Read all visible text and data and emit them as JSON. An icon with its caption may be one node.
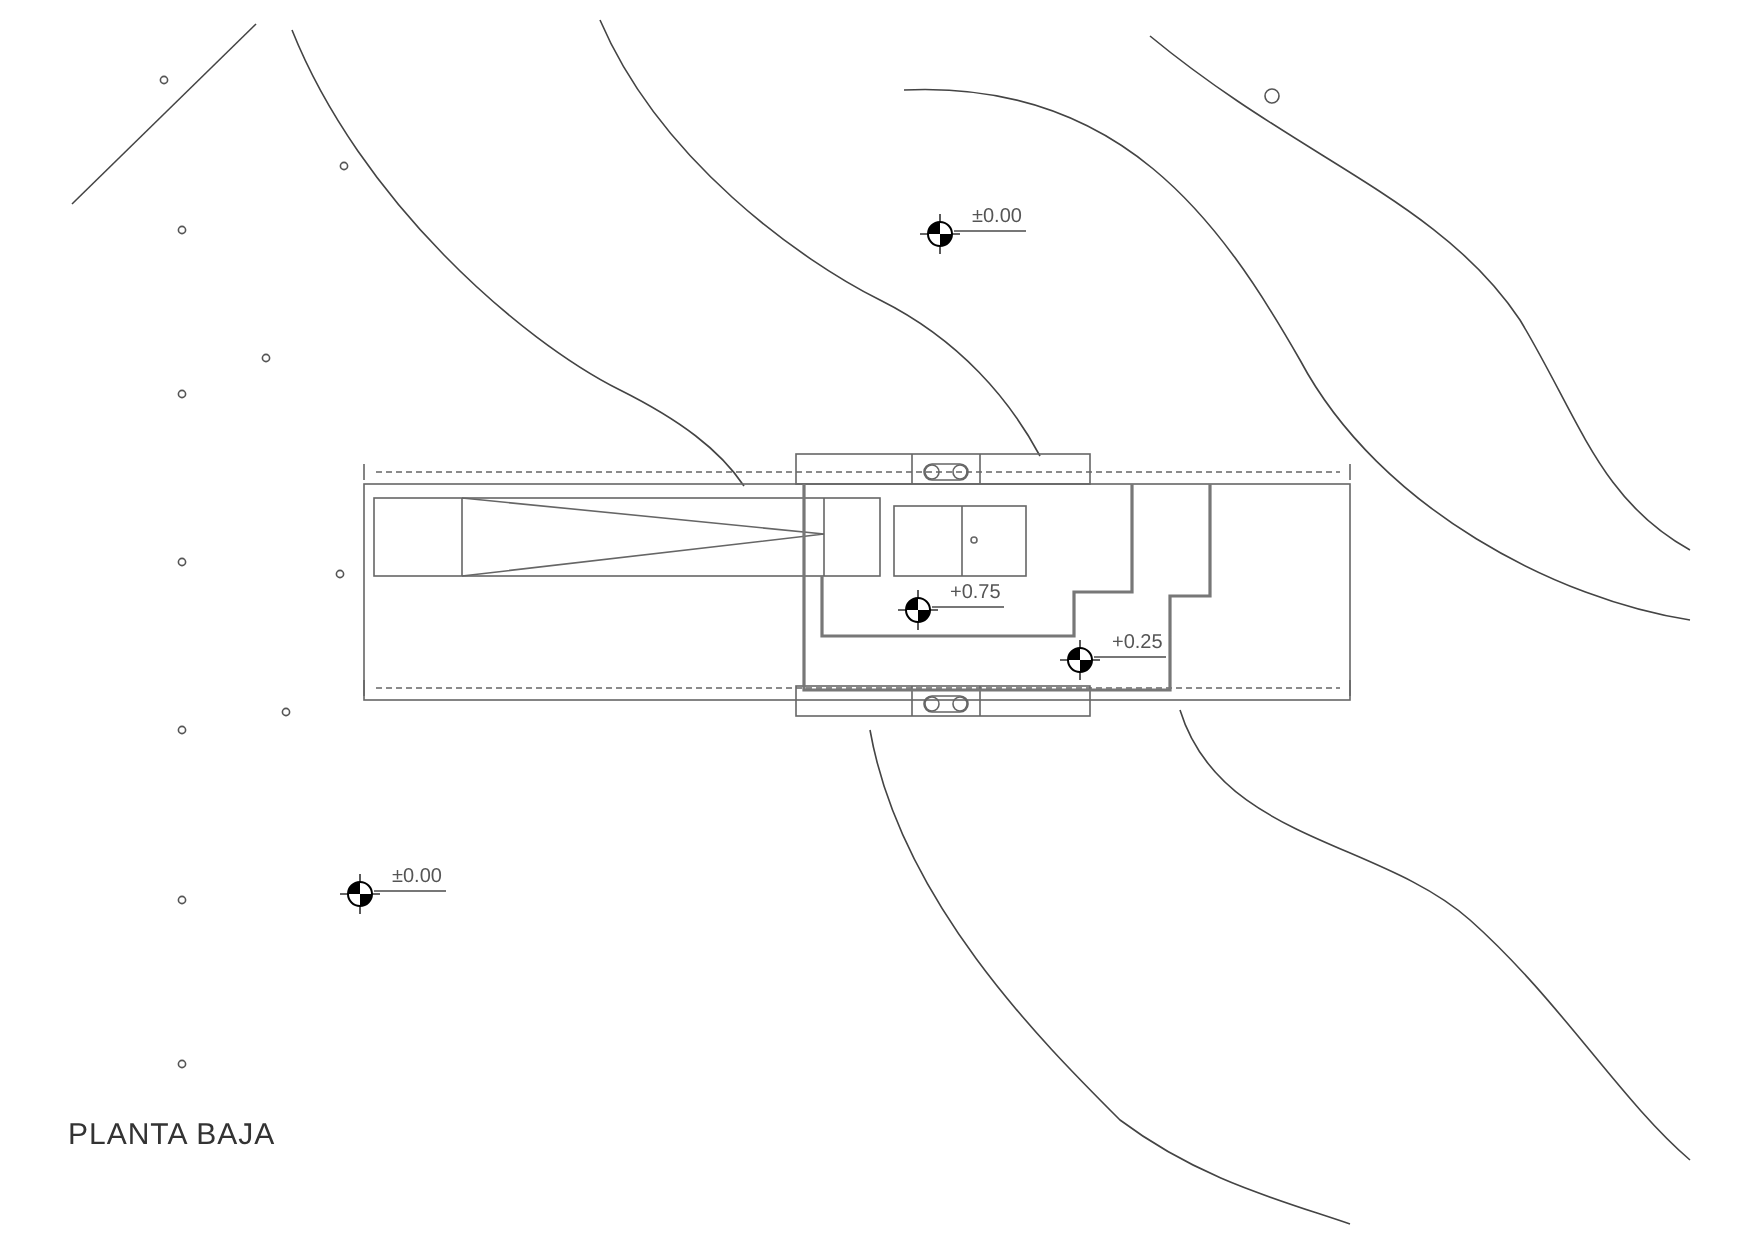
{
  "diagram": {
    "title": "PLANTA BAJA",
    "labels": [
      "±0.00",
      "+0.75",
      "+0.25",
      "±0.00"
    ]
  }
}
